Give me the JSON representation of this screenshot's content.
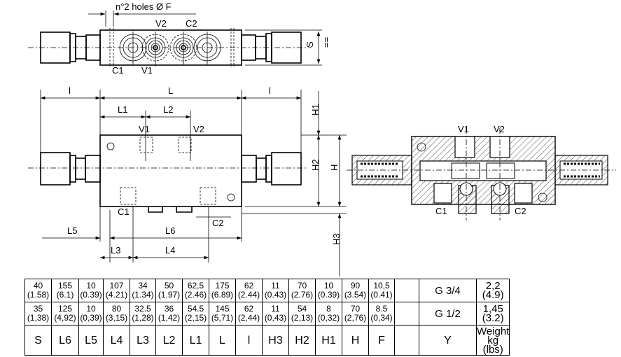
{
  "drawing": {
    "holes_note": "n°2 holes Ø F",
    "top_view": {
      "ports": [
        "C1",
        "V1",
        "V2",
        "C2"
      ],
      "dim_s": "S",
      "eq_mark": "=="
    },
    "front_view": {
      "dims": {
        "l_left": "l",
        "L": "L",
        "l_right": "l",
        "L1": "L1",
        "L2": "L2",
        "L3": "L3",
        "L4": "L4",
        "L5": "L5",
        "L6": "L6",
        "H1": "H1",
        "H2": "H2",
        "H": "H",
        "H3": "H3"
      },
      "ports": {
        "V1": "V1",
        "V2": "V2",
        "C1": "C1",
        "C2": "C2"
      }
    },
    "section_view": {
      "ports": {
        "V1": "V1",
        "V2": "V2",
        "C1": "C1",
        "C2": "C2"
      }
    }
  },
  "table": {
    "headers": [
      "S",
      "L6",
      "L5",
      "L4",
      "L3",
      "L2",
      "L1",
      "L",
      "l",
      "H3",
      "H2",
      "H1",
      "H",
      "F",
      "",
      "Y",
      "Weight kg (lbs)"
    ],
    "weight_header": [
      "Weight",
      "kg (lbs)"
    ],
    "rows": [
      {
        "cells": [
          [
            "40",
            "(1.58)"
          ],
          [
            "155",
            "(6.1)"
          ],
          [
            "10",
            "(0.39)"
          ],
          [
            "107",
            "(4.21)"
          ],
          [
            "34",
            "(1.34)"
          ],
          [
            "50",
            "(1.97)"
          ],
          [
            "62,5",
            "(2.46)"
          ],
          [
            "175",
            "(6.89)"
          ],
          [
            "62",
            "(2.44)"
          ],
          [
            "11",
            "(0.43)"
          ],
          [
            "70",
            "(2.76)"
          ],
          [
            "10",
            "(0.39)"
          ],
          [
            "90",
            "(3.54)"
          ],
          [
            "10,5",
            "(0.41)"
          ]
        ],
        "y": "G 3/4",
        "weight": [
          "2,2",
          "(4.9)"
        ]
      },
      {
        "cells": [
          [
            "35",
            "(1,38)"
          ],
          [
            "125",
            "(4,92)"
          ],
          [
            "10",
            "(0,39)"
          ],
          [
            "80",
            "(3,15)"
          ],
          [
            "32.5",
            "(1,28)"
          ],
          [
            "36",
            "(1,42)"
          ],
          [
            "54.5",
            "(2,15)"
          ],
          [
            "145",
            "(5,71)"
          ],
          [
            "62",
            "(2,44)"
          ],
          [
            "11",
            "(0,43)"
          ],
          [
            "54",
            "(2,13)"
          ],
          [
            "8",
            "(0,32)"
          ],
          [
            "70",
            "(2,76)"
          ],
          [
            "8.5",
            "(0,34)"
          ]
        ],
        "y": "G 1/2",
        "weight": [
          "1,45",
          "(3.2)"
        ]
      }
    ]
  }
}
